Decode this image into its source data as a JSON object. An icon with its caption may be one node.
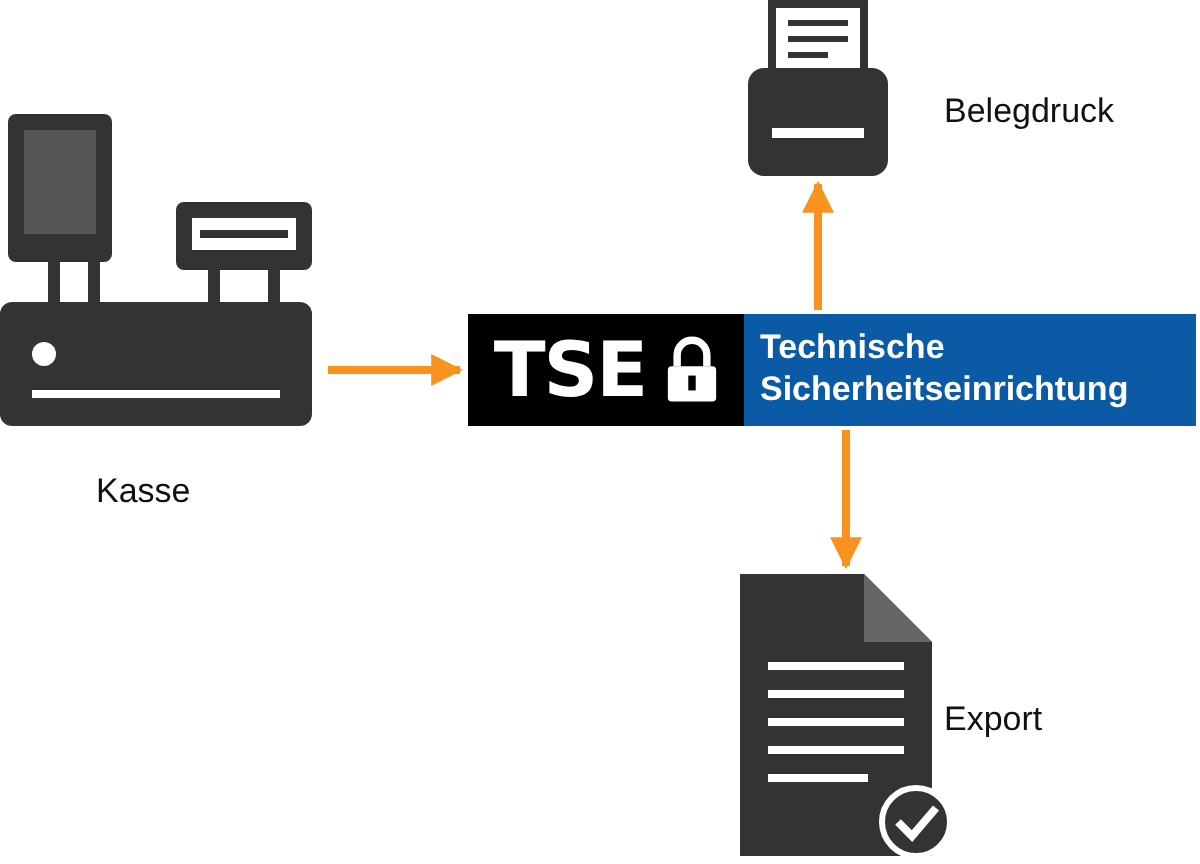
{
  "diagram": {
    "nodes": [
      {
        "text": [],
        "shape": "picture",
        "beside": [
          "Kasse"
        ]
      },
      {
        "text": [
          "TSE",
          "Technische Sicherheitseinrichtung"
        ]
      },
      {
        "text": [],
        "shape": "picture",
        "beside": [
          "Belegdruck"
        ]
      },
      {
        "text": [],
        "shape": "picture",
        "beside": [
          "Export"
        ]
      }
    ],
    "edges": [
      {
        "from": 0,
        "to": 1,
        "arrow": "to"
      },
      {
        "from": 1,
        "to": 2,
        "arrow": "to"
      },
      {
        "from": 1,
        "to": 3,
        "arrow": "to"
      }
    ]
  }
}
